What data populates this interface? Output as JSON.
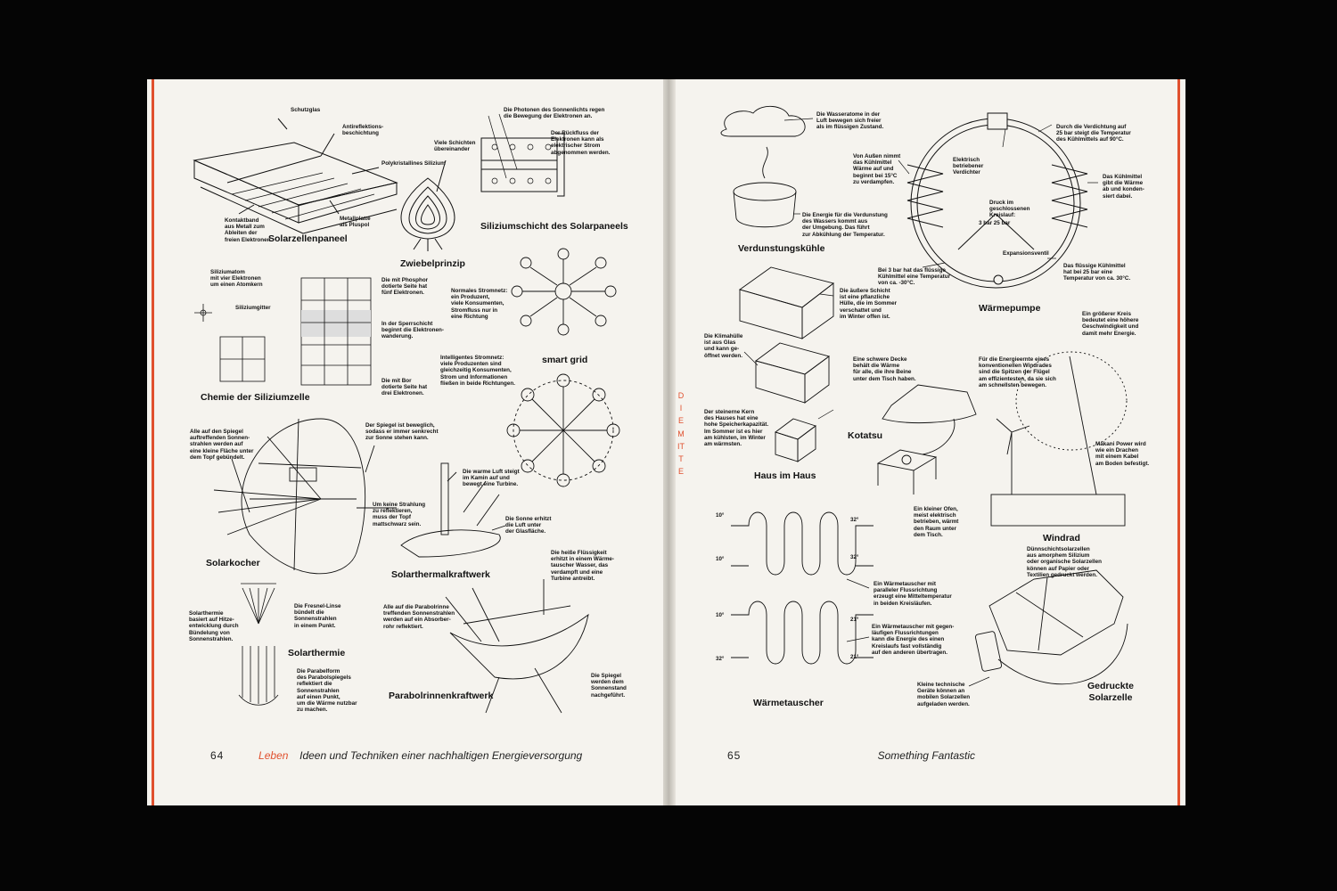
{
  "colors": {
    "accent": "#e0502e",
    "paper": "#f5f3ee",
    "ink": "#111111",
    "background": "#050505"
  },
  "spine_text": "DIE MITTE",
  "left": {
    "page_number": "64",
    "section": "Leben",
    "running_title": "Ideen und Techniken einer nachhaltigen Energieversorgung",
    "titles": {
      "solarzellenpaneel": "Solarzellenpaneel",
      "zwiebelprinzip": "Zwiebelprinzip",
      "siliziumschicht": "Siliziumschicht des Solarpaneels",
      "chemie": "Chemie der Siliziumzelle",
      "smart_grid": "smart grid",
      "solarkocher": "Solarkocher",
      "solarthermalkraftwerk": "Solarthermalkraftwerk",
      "solarthermie": "Solarthermie",
      "parabolrinnenkraftwerk": "Parabolrinnenkraftwerk"
    },
    "labels": {
      "schutzglas": "Schutzglas",
      "antireflex": "Antireflektions-\nbeschichtung",
      "polykristallin": "Polykristallines Silizium",
      "kontaktband": "Kontaktband\naus Metall zum\nAbleiten der\nfreien Elektronen",
      "metallplatte": "Metallplatte\nals Pluspol",
      "viele_schichten": "Viele Schichten\nübereinander",
      "photonen": "Die Photonen des Sonnenlichts regen\ndie Bewegung der Elektronen an.",
      "rueckfluss": "Der Rückfluss der\nElektronen kann als\nelektrischer Strom\nabgenommen werden.",
      "siliziumatom": "Siliziumatom\nmit vier Elektronen\num einen Atomkern",
      "siliziumgitter": "Siliziumgitter",
      "phosphor": "Die mit Phosphor\ndotierte Seite hat\nfünf Elektronen.",
      "sperrschicht": "In der Sperrschicht\nbeginnt die Elektronen-\nwanderung.",
      "bor": "Die mit Bor\ndotierte Seite hat\ndrei Elektronen.",
      "normales_netz": "Normales Stromnetz:\nein Produzent,\nviele Konsumenten,\nStromfluss nur in\neine Richtung",
      "intelligentes_netz": "Intelligentes Stromnetz:\nviele Produzenten sind\ngleichzeitig Konsumenten,\nStrom und Informationen\nfließen in beide Richtungen.",
      "spiegel_alle": "Alle auf den Spiegel\nauftreffenden Sonnen-\nstrahlen werden auf\neine kleine Fläche unter\ndem Topf gebündelt.",
      "spiegel_beweglich": "Der Spiegel ist beweglich,\nsodass er immer senkrecht\nzur Sonne stehen kann.",
      "topf": "Um keine Strahlung\nzu reflektieren,\nmuss der Topf\nmattschwarz sein.",
      "warme_luft": "Die warme Luft steigt\nim Kamin auf und\nbewegt eine Turbine.",
      "sonne_erhitzt": "Die Sonne erhitzt\ndie Luft unter\nder Glasfläche.",
      "fresnel": "Die Fresnel-Linse\nbündelt die\nSonnenstrahlen\nin einem Punkt.",
      "solarthermie_basiert": "Solarthermie\nbasiert auf Hitze-\nentwicklung durch\nBündelung von\nSonnenstrahlen.",
      "parabelform": "Die Parabelform\ndes Parabolspiegels\nreflektiert die\nSonnenstrahlen\nauf einen Punkt,\num die Wärme nutzbar\nzu machen.",
      "heisse_fluessigkeit": "Die heiße Flüssigkeit\nerhitzt in einem Wärme-\ntauscher Wasser, das\nverdampft und eine\nTurbine antreibt.",
      "parabolrinne": "Alle auf die Parabolrinne\ntreffenden Sonnenstrahlen\nwerden auf ein Absorber-\nrohr reflektiert.",
      "spiegel_nachgefuehrt": "Die Spiegel\nwerden dem\nSonnenstand\nnachgeführt."
    }
  },
  "right": {
    "page_number": "65",
    "running_title": "Something Fantastic",
    "titles": {
      "verdunstung": "Verdunstungskühle",
      "waermepumpe": "Wärmepumpe",
      "haus_im_haus": "Haus im Haus",
      "kotatsu": "Kotatsu",
      "windrad": "Windrad",
      "waermetauscher": "Wärmetauscher",
      "gedruckte": "Gedruckte\nSolarzelle"
    },
    "labels": {
      "wasseratome": "Die Wasseratome in der\nLuft bewegen sich freier\nals im flüssigen Zustand.",
      "energie_verdunstung": "Die Energie für die Verdunstung\ndes Wassers kommt aus\nder Umgebung. Das führt\nzur Abkühlung der Temperatur.",
      "von_aussen": "Von Außen nimmt\ndas Kühlmittel\nWärme auf und\nbeginnt bei 15°C\nzu verdampfen.",
      "verdichter": "Elektrisch\nbetriebener\nVerdichter",
      "verdichtung": "Durch die Verdichtung auf\n25 bar steigt die Temperatur\ndes Kühlmittels auf 90°C.",
      "kuehlmittel_gibt": "Das Kühlmittel\ngibt die Wärme\nab und konden-\nsiert dabei.",
      "druck": "Druck im\ngeschlossenen\nKreislauf:",
      "druck_werte": "3 bar   25 bar",
      "expansionsventil": "Expansionsventil",
      "bei_3bar": "Bei 3 bar hat das flüssige\nKühlmittel eine Temperatur\nvon ca. -30°C.",
      "fluessige_kuehlmittel": "Das flüssige Kühlmittel\nhat bei 25 bar eine\nTemperatur von ca. 30°C.",
      "aeussere_schicht": "Die äußere Schicht\nist eine pflanzliche\nHülle, die im Sommer\nverschattet und\nim Winter offen ist.",
      "klimahuelle": "Die Klimahülle\nist aus Glas\nund kann ge-\nöffnet werden.",
      "steinerne_kern": "Der steinerne Kern\ndes Hauses hat eine\nhohe Speicherkapazität.\nIm Sommer ist es hier\nam kühlsten, im Winter\nam wärmsten.",
      "schwere_decke": "Eine schwere Decke\nbehält die Wärme\nfür alle, die ihre Beine\nunter dem Tisch haben.",
      "kleiner_ofen": "Ein kleiner Ofen,\nmeist elektrisch\nbetrieben, wärmt\nden Raum unter\ndem Tisch.",
      "groesserer_kreis": "Ein größerer Kreis\nbedeutet eine höhere\nGeschwindigkeit und\ndamit mehr Energie.",
      "energieertrag": "Für die Energieernte eines\nkonventionellen Windrades\nsind die Spitzen der Flügel\nam effizientesten, da sie sich\nam schnellsten bewegen.",
      "makani": "Makani Power wird\nwie ein Drachen\nmit einem Kabel\nam Boden befestigt.",
      "paralleler": "Ein Wärmetauscher mit\nparalleler Flussrichtung\nerzeugt eine Mitteltemperatur\nin beiden Kreisläufen.",
      "gegenlaeufig": "Ein Wärmetauscher mit gegen-\nläufigen Flussrichtungen\nkann die Energie des einen\nKreislaufs fast vollständig\nauf den anderen übertragen.",
      "duennschicht": "Dünnschichtsolarzellen\naus amorphem Silizium\noder organische Solarzellen\nkönnen auf Papier oder\nTextilien gedruckt werden.",
      "kleine_geraete": "Kleine technische\nGeräte können an\nmobilen Solarzellen\naufgeladen werden."
    },
    "temps": {
      "t1_in": "10°",
      "t1_out": "32°",
      "t1_in2": "10°",
      "t1_out2": "32°",
      "t2_in": "10°",
      "t2_out": "21°",
      "t2_in2": "32°",
      "t2_out2": "21°"
    }
  }
}
